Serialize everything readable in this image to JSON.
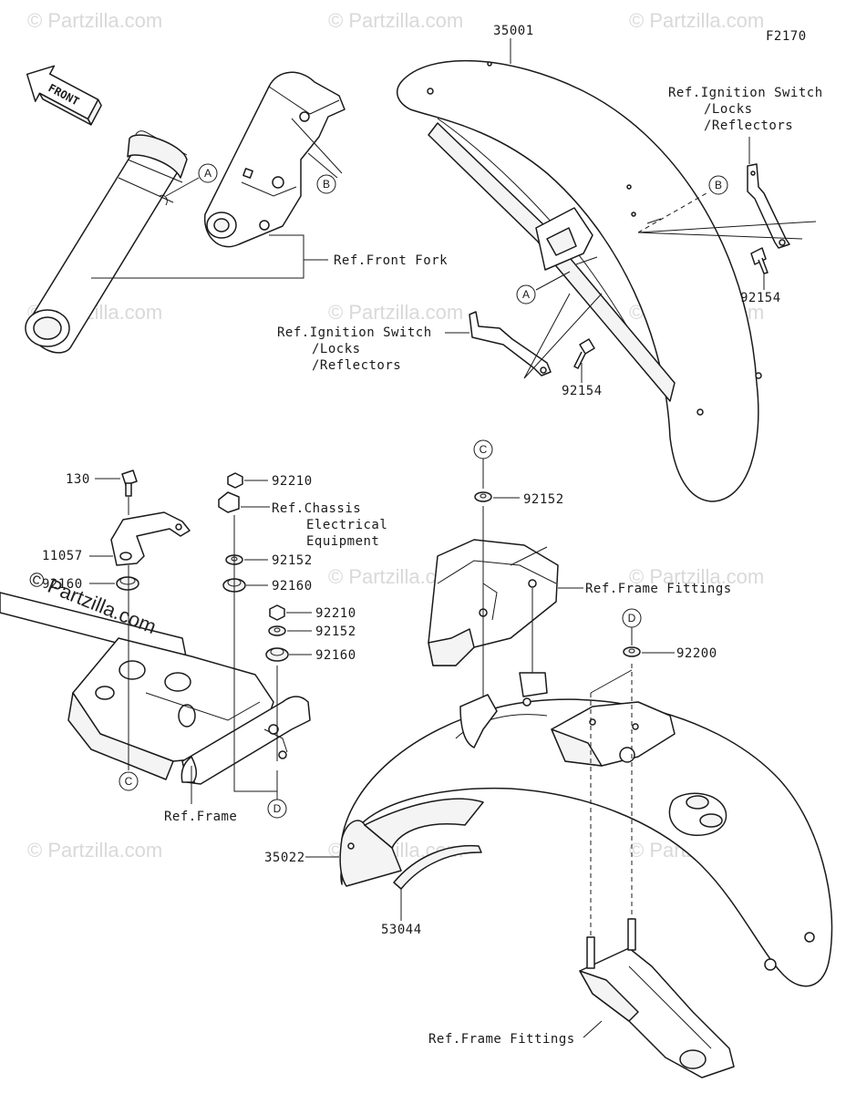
{
  "figure_code": "F2170",
  "front_arrow": "FRONT",
  "watermark": {
    "text": "© Partzilla.com",
    "overlay_text": "© Partzilla.com"
  },
  "callouts": {
    "a": "A",
    "b": "B",
    "c": "C",
    "d": "D"
  },
  "parts": {
    "p35001": "35001",
    "p35022": "35022",
    "p53044": "53044",
    "p92154_a": "92154",
    "p92154_b": "92154",
    "p130": "130",
    "p11057": "11057",
    "p92160_a": "92160",
    "p92210_a": "92210",
    "p92152_a": "92152",
    "p92160_b": "92160",
    "p92210_b": "92210",
    "p92152_b": "92152",
    "p92160_c": "92160",
    "p92152_c": "92152",
    "p92200": "92200"
  },
  "refs": {
    "front_fork": "Ref.Front Fork",
    "ign_r_1": "Ref.Ignition Switch",
    "ign_r_2": "/Locks",
    "ign_r_3": "/Reflectors",
    "ign_l_1": "Ref.Ignition Switch",
    "ign_l_2": "/Locks",
    "ign_l_3": "/Reflectors",
    "chassis_1": "Ref.Chassis",
    "chassis_2": "Electrical",
    "chassis_3": "Equipment",
    "frame": "Ref.Frame",
    "frame_fittings_top": "Ref.Frame Fittings",
    "frame_fittings_bottom": "Ref.Frame Fittings"
  }
}
